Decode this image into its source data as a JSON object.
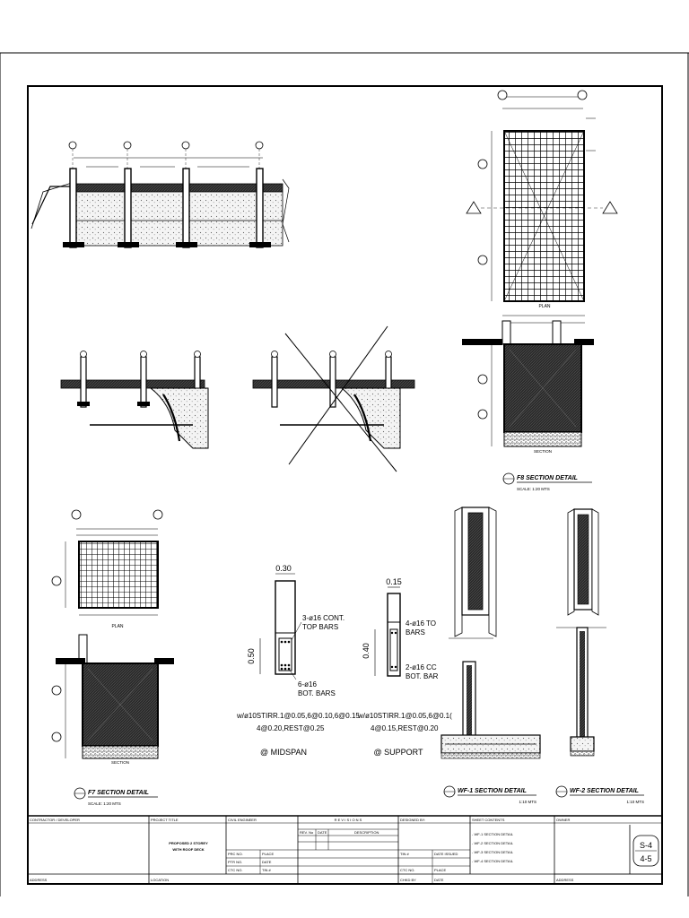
{
  "labels": {
    "midspan": {
      "width": "0.30",
      "depth": "0.50",
      "top_bars": [
        "3-ø16 CONT.",
        "TOP BARS"
      ],
      "bot_bars": [
        "6-ø16",
        "BOT. BARS"
      ],
      "stirrups": [
        "w/ø10STIRR.1@0.05,6@0.10,6@0.15",
        "4@0.20,REST@0.25"
      ],
      "caption": "@ MIDSPAN"
    },
    "support": {
      "width": "0.15",
      "depth": "0.40",
      "top_bars": [
        "4-ø16 TO",
        "BARS"
      ],
      "bot_bars": [
        "2-ø16 CC",
        "BOT. BAR"
      ],
      "stirrups": [
        "w/ø10STIRR.1@0.05,6@0.1(",
        "4@0.15,REST@0.20"
      ],
      "caption": "@ SUPPORT"
    },
    "plan_f8": "PLAN",
    "plan_f7": "PLAN",
    "section": "SECTION",
    "f8_title": "F8 SECTION DETAIL",
    "f8_scale": "SCALE:          1:20 MTS",
    "f7_title": "F7 SECTION DETAIL",
    "f7_scale": "SCALE:          1:20 MTS",
    "wf1_title": "WF-1 SECTION DETAIL",
    "wf1_scale": "1:10 MTS",
    "wf2_title": "WF-2 SECTION DETAIL",
    "wf2_scale": "1:10 MTS"
  },
  "title_block": {
    "contractor": "CONTRACTOR / DEVELOPER",
    "project_title_label": "PROJECT TITLE",
    "project_title": [
      "PROPOSED 2 STOREY",
      "WITH ROOF DECK"
    ],
    "civil_engineer": "CIVIL ENGINEER",
    "revisions": "R E V I S I O N S",
    "rev_no": "REV. No",
    "date": "DATE",
    "description": "DESCRIPTION",
    "designed_by": "DESIGNED BY:",
    "sheet_contents": "SHEET CONTENTS",
    "contents": [
      "- WF-1 SECTION DETAIL",
      "- WF-2 SECTION DETAIL",
      "- WF-3 SECTION DETAIL",
      "- WF-4 SECTION DETAIL"
    ],
    "owner": "OWNER",
    "prc_no": "PRC NO.",
    "place": "PLACE",
    "ptr_no": "PTR NO.",
    "ctc_no": "CTC NO.",
    "tin": "TIN #",
    "date_issued": "DATE ISSUED",
    "checked_by": "CHKD BY",
    "address": "ADDRESS",
    "location": "LOCATION",
    "sheet_no": "S-4",
    "sheet_of": "4-5"
  }
}
